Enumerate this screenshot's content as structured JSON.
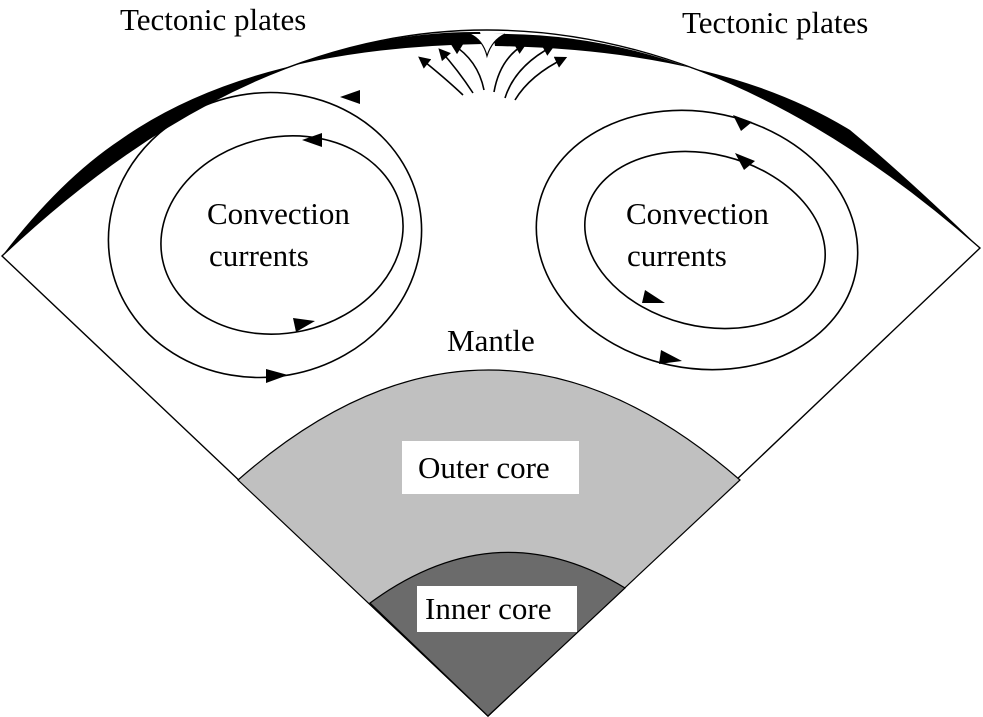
{
  "labels": {
    "tectonic_left": "Tectonic plates",
    "tectonic_right": "Tectonic plates",
    "convection_left_line1": "Convection",
    "convection_left_line2": "currents",
    "convection_right_line1": "Convection",
    "convection_right_line2": "currents",
    "mantle": "Mantle",
    "outer_core": "Outer core",
    "inner_core": "Inner core"
  },
  "colors": {
    "outer_core_fill": "#c0c0c0",
    "inner_core_fill": "#6b6b6b",
    "mantle_fill": "#ffffff",
    "plate_fill": "#000000",
    "label_box": "#ffffff"
  }
}
